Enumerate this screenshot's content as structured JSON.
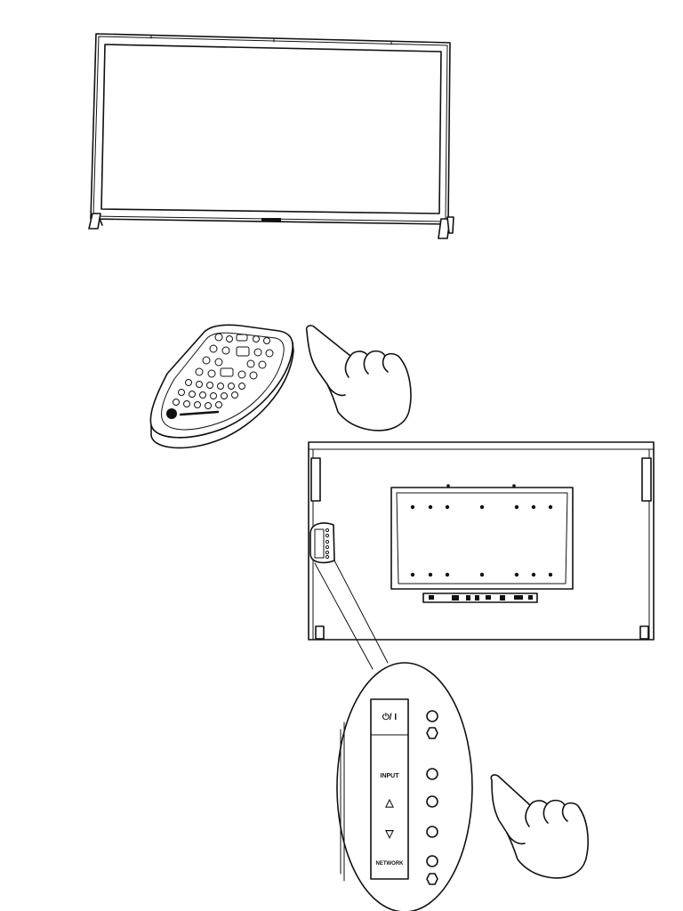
{
  "diagram": {
    "panel_labels": {
      "power": "⏻/ I",
      "input": "INPUT",
      "up": "△",
      "down": "▽",
      "network": "NETWORK"
    },
    "icons": {
      "monitor_front": "monitor-front-icon",
      "remote": "remote-control-icon",
      "hand": "pointing-hand-icon",
      "monitor_rear": "monitor-rear-icon"
    },
    "colors": {
      "line": "#111111",
      "background": "#ffffff"
    }
  }
}
